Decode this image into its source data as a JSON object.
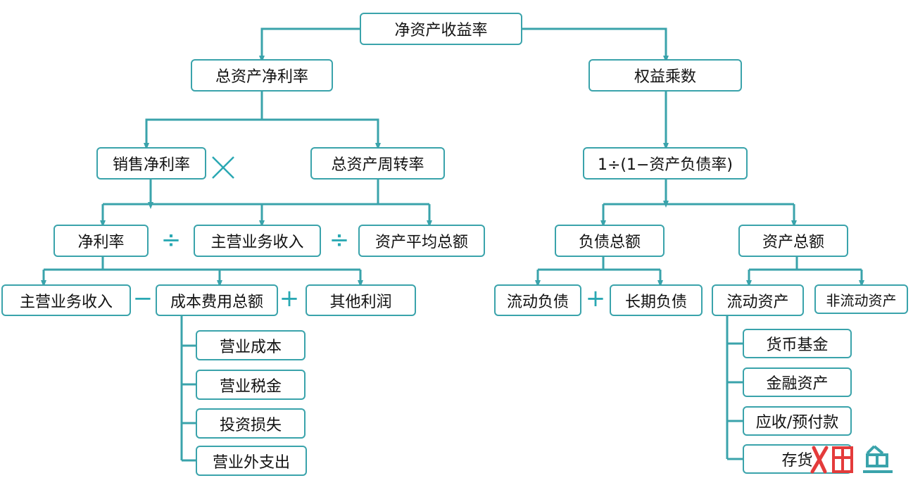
{
  "colors": {
    "line": "#3aa3ab",
    "operator": "#2aa8b3",
    "watermark": "#e43b3b"
  },
  "nodes": {
    "roe": "净资产收益率",
    "roa": "总资产净利率",
    "equity_multiplier": "权益乘数",
    "net_profit_margin": "销售净利率",
    "asset_turnover": "总资产周转率",
    "multiplier_formula": "1÷(1−资产负债率)",
    "net_profit": "净利率",
    "main_revenue": "主营业务收入",
    "avg_total_assets": "资产平均总额",
    "total_liabilities": "负债总额",
    "total_assets": "资产总额",
    "main_revenue_2": "主营业务收入",
    "total_cost": "成本费用总额",
    "other_profit": "其他利润",
    "current_liabilities": "流动负债",
    "long_term_liabilities": "长期负债",
    "current_assets": "流动资产",
    "non_current_assets": "非流动资产",
    "operating_cost": "营业成本",
    "operating_tax": "营业税金",
    "investment_loss": "投资损失",
    "non_operating_expense": "营业外支出",
    "monetary_fund": "货币基金",
    "financial_assets": "金融资产",
    "receivables": "应收/预付款",
    "inventory": "存货"
  },
  "operators": {
    "divide": "÷",
    "minus": "−",
    "plus": "+"
  },
  "watermark_icon": "x-fish-logo"
}
